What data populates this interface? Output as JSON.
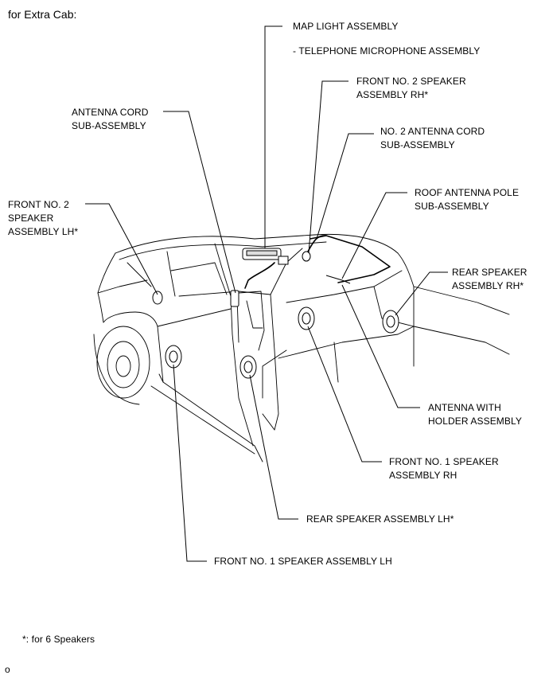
{
  "header": {
    "title": "for Extra Cab:"
  },
  "labels": {
    "map_light": "MAP LIGHT ASSEMBLY",
    "telephone_mic": "- TELEPHONE MICROPHONE ASSEMBLY",
    "front2_rh": [
      "FRONT NO. 2 SPEAKER",
      "ASSEMBLY RH*"
    ],
    "antenna_cord": [
      "ANTENNA CORD",
      "SUB-ASSEMBLY"
    ],
    "no2_antenna_cord": [
      "NO. 2 ANTENNA CORD",
      "SUB-ASSEMBLY"
    ],
    "roof_antenna_pole": [
      "ROOF ANTENNA POLE",
      "SUB-ASSEMBLY"
    ],
    "front2_lh": [
      "FRONT NO. 2",
      "SPEAKER",
      "ASSEMBLY LH*"
    ],
    "rear_rh": [
      "REAR SPEAKER",
      "ASSEMBLY RH*"
    ],
    "antenna_holder": [
      "ANTENNA WITH",
      "HOLDER ASSEMBLY"
    ],
    "front1_rh": [
      "FRONT NO. 1 SPEAKER",
      "ASSEMBLY RH"
    ],
    "rear_lh": "REAR SPEAKER ASSEMBLY LH*",
    "front1_lh": "FRONT NO. 1 SPEAKER ASSEMBLY LH"
  },
  "footnote": "*: for 6 Speakers",
  "figure_code": "o"
}
